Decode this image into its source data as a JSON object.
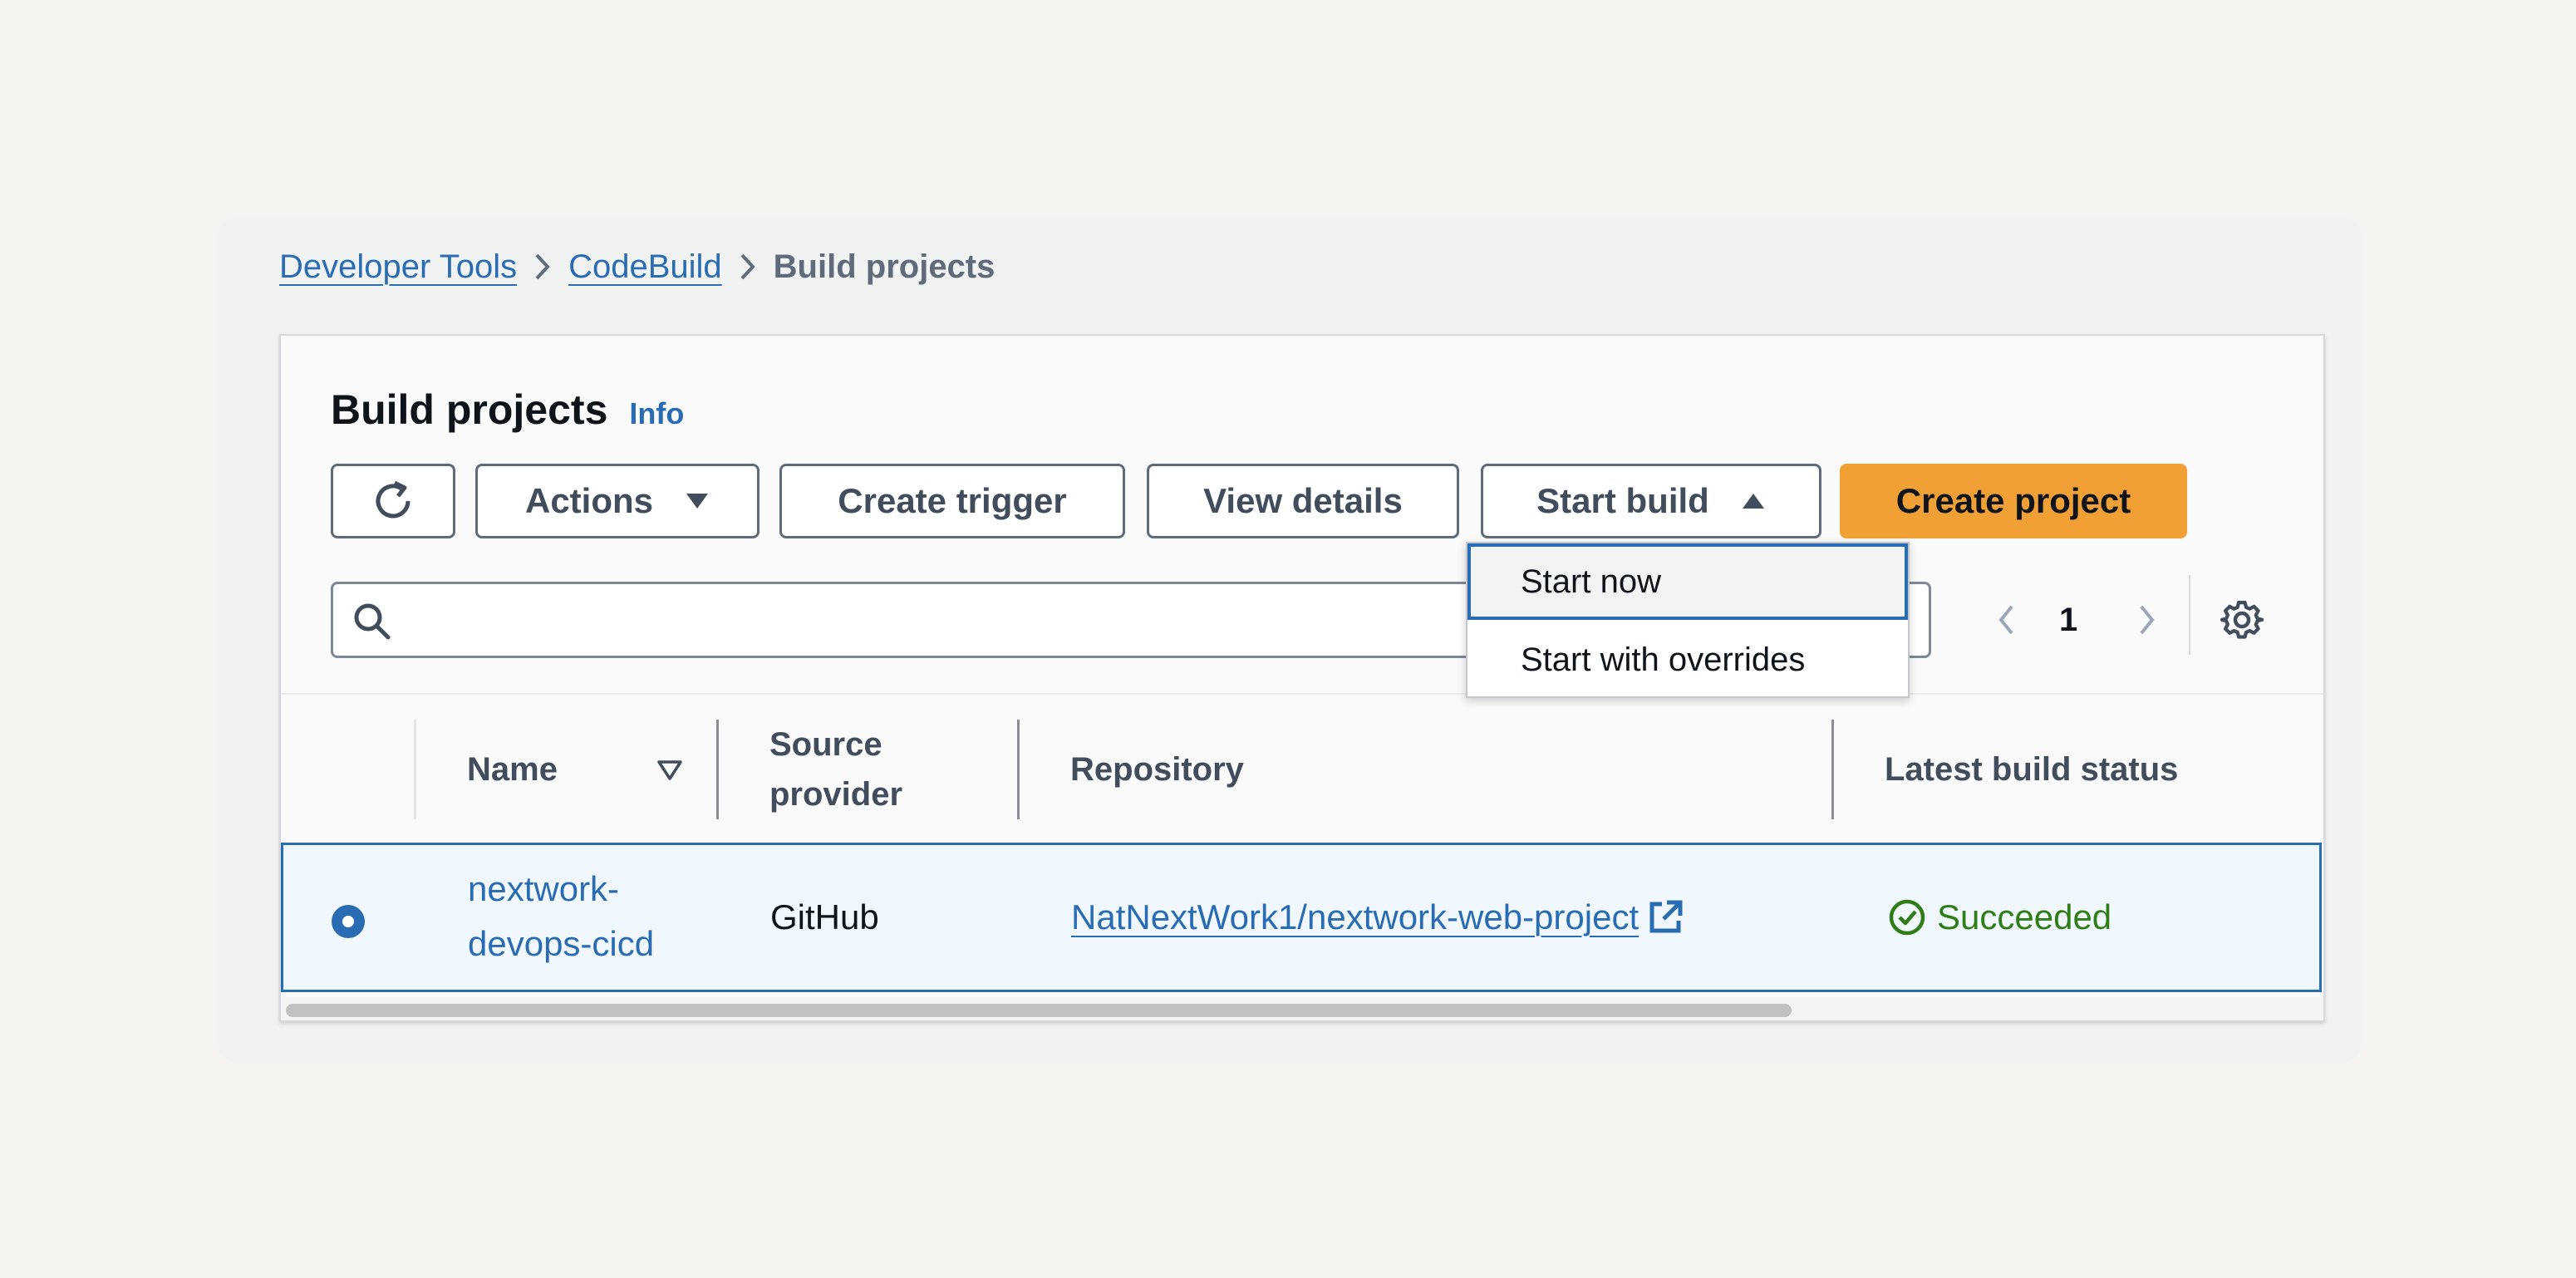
{
  "breadcrumb": {
    "items": [
      "Developer Tools",
      "CodeBuild"
    ],
    "current": "Build projects"
  },
  "header": {
    "title": "Build projects",
    "info": "Info"
  },
  "toolbar": {
    "refresh_icon": "refresh-icon",
    "actions_label": "Actions",
    "create_trigger_label": "Create trigger",
    "view_details_label": "View details",
    "start_build_label": "Start build",
    "create_project_label": "Create project"
  },
  "search": {
    "placeholder": "",
    "value": ""
  },
  "pagination": {
    "current_page": "1"
  },
  "start_build_menu": {
    "items": [
      "Start now",
      "Start with overrides"
    ],
    "focused": "Start now"
  },
  "table": {
    "columns": [
      "Name",
      "Source provider",
      "Repository",
      "Latest build status"
    ],
    "column_sort": "Name",
    "rows": [
      {
        "selected": true,
        "name": "nextwork-devops-cicd",
        "source_provider": "GitHub",
        "repository": "NatNextWork1/nextwork-web-project",
        "status": "Succeeded"
      }
    ]
  },
  "colors": {
    "link": "#2a6cb3",
    "primary_button": "#f0a035",
    "success": "#2f7d16",
    "selected_row_bg": "#f1f8fd"
  }
}
